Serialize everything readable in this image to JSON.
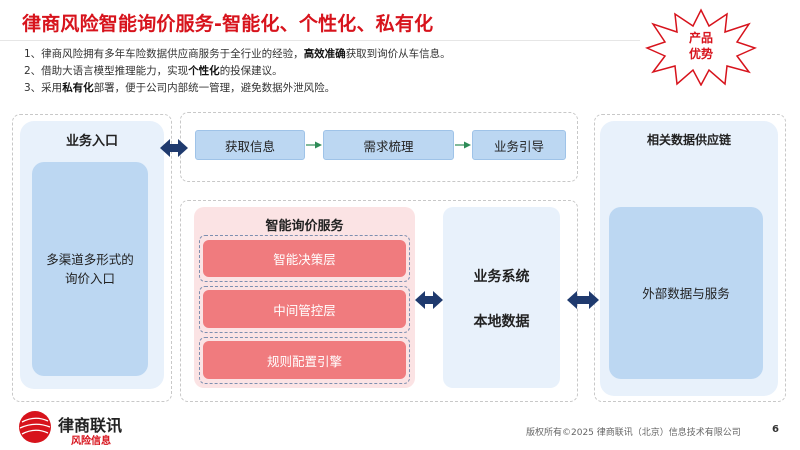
{
  "header": {
    "title": "律商风险智能询价服务-智能化、个性化、私有化"
  },
  "bullets": [
    {
      "pre": "1、律商风险拥有多年车险数据供应商服务于全行业的经验，",
      "strong": "高效准确",
      "post": "获取到询价从车信息。"
    },
    {
      "pre": "2、借助大语言模型推理能力，实现",
      "strong": "个性化",
      "post": "的投保建议。"
    },
    {
      "pre": "3、采用",
      "strong": "私有化",
      "post": "部署，便于公司内部统一管理，避免数据外泄风险。"
    }
  ],
  "badge": {
    "line1": "产品",
    "line2": "优势"
  },
  "left_panel": {
    "title": "业务入口",
    "box_line1": "多渠道多形式的",
    "box_line2": "询价入口"
  },
  "flow": {
    "step1": "获取信息",
    "step2": "需求梳理",
    "step3": "业务引导"
  },
  "center_panel": {
    "title": "智能询价服务",
    "layers": [
      "智能决策层",
      "中间管控层",
      "规则配置引擎"
    ],
    "system_line1": "业务系统",
    "system_line2": "本地数据"
  },
  "right_panel": {
    "title": "相关数据供应链",
    "box": "外部数据与服务"
  },
  "footer": {
    "logo_name": "律商联讯",
    "logo_sub": "风险信息",
    "copyright": "版权所有©2025  律商联讯（北京）信息技术有限公司",
    "page": "6"
  },
  "colors": {
    "brand_red": "#d7131c",
    "light_blue": "#bcd7f2",
    "pale_blue": "#e8f1fb",
    "arrow_navy": "#1f3a6e",
    "layer_red": "#f07b7e"
  }
}
